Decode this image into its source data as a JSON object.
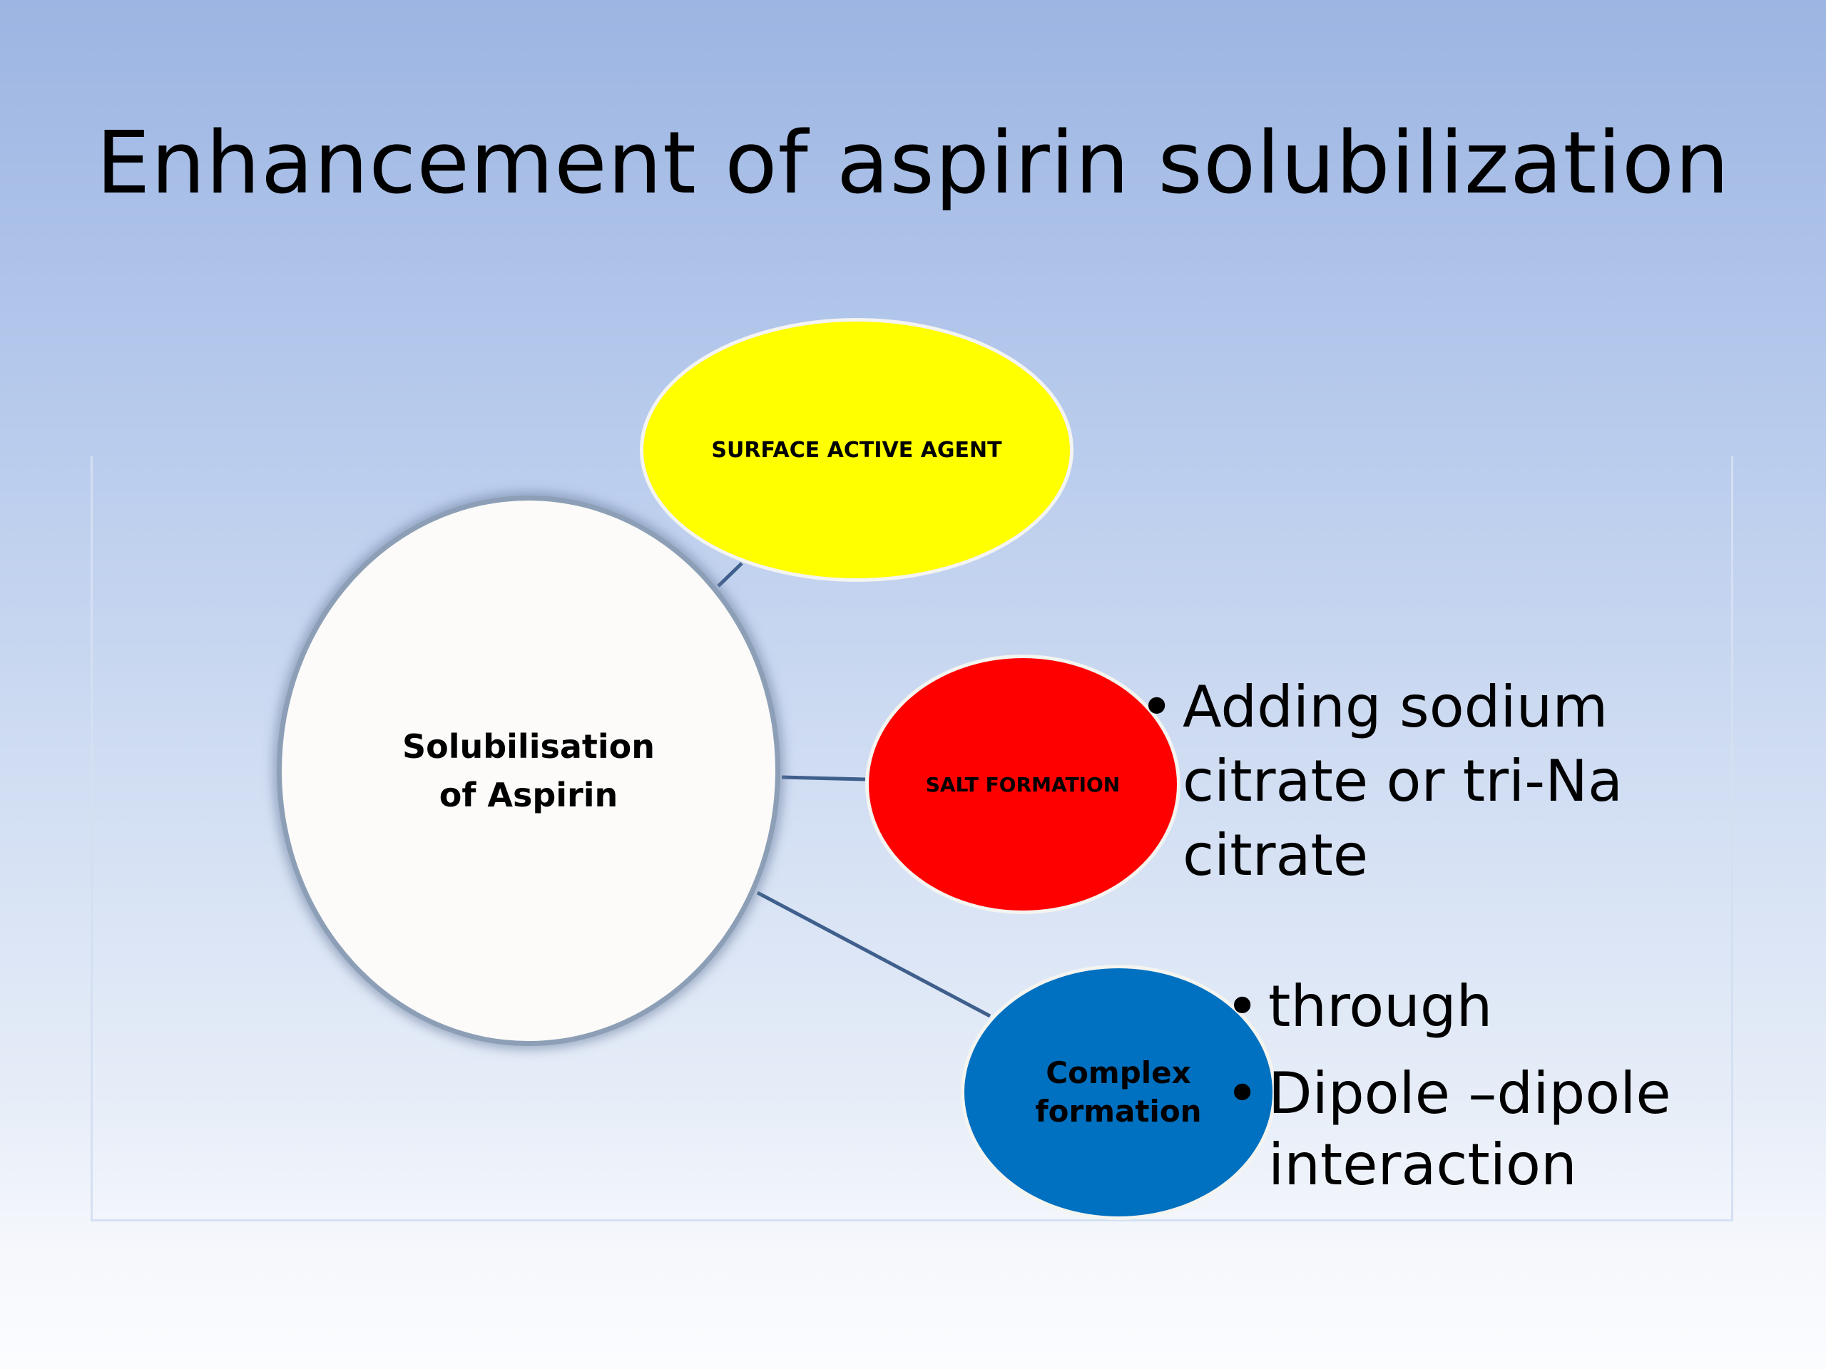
{
  "slide": {
    "title": "Enhancement of aspirin solubilization"
  },
  "diagram": {
    "center": {
      "label_line1": "Solubilisation",
      "label_line2": "of Aspirin",
      "fill": "#fcfbf9"
    },
    "branches": [
      {
        "label": "SURFACE ACTIVE AGENT",
        "fill": "#ffff00"
      },
      {
        "label": "SALT FORMATION",
        "fill": "#ff0000",
        "bullets": [
          "Adding sodium citrate or tri-Na citrate"
        ]
      },
      {
        "label_line1": "Complex",
        "label_line2": "formation",
        "fill": "#0070c0",
        "bullets": [
          "through",
          "Dipole –dipole interaction"
        ]
      }
    ],
    "connector_color": "#3f5f8c"
  }
}
